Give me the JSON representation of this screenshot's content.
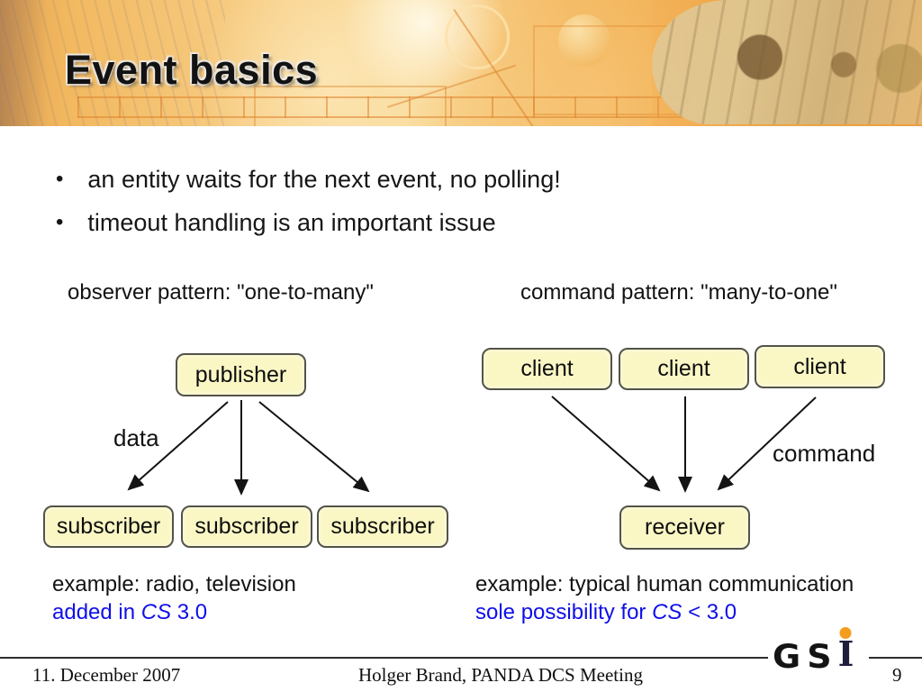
{
  "slide": {
    "title": "Event basics",
    "bullet_char": "•",
    "bullets": [
      "an entity waits for the next event, no polling!",
      "timeout handling is an important issue"
    ]
  },
  "diagrams": {
    "observer": {
      "caption": "observer pattern: \"one-to-many\"",
      "publisher": "publisher",
      "subscribers": [
        "subscriber",
        "subscriber",
        "subscriber"
      ],
      "edge_label": "data",
      "example_line1": "example: radio, television",
      "example_line2": {
        "prefix": "added in ",
        "cs": "CS",
        "suffix": " 3.0"
      }
    },
    "command": {
      "caption": "command pattern: \"many-to-one\"",
      "clients": [
        "client",
        "client",
        "client"
      ],
      "receiver": "receiver",
      "edge_label": "command",
      "example_line1": "example: typical human communication",
      "example_line2": {
        "prefix": "sole possibility for ",
        "cs": "CS",
        "suffix": " < 3.0"
      }
    }
  },
  "footer": {
    "date": "11. December 2007",
    "center": "Holger Brand, PANDA DCS Meeting",
    "page": "9",
    "logo_letters": [
      "G",
      "S",
      "I"
    ]
  },
  "colors": {
    "note_blue": "#0f0fe8",
    "box_fill": "#FAF7C5",
    "box_border": "#53534a",
    "header_orange": "#F2A94F",
    "logo_orange": "#F59C1E"
  }
}
